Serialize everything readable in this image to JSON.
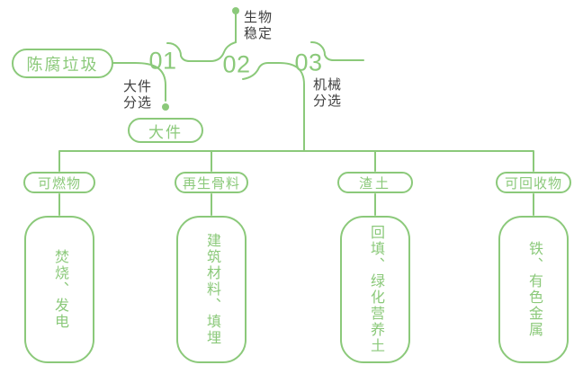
{
  "palette": {
    "green": "#8bc97a",
    "label_text": "#3e3e3e",
    "background": "#ffffff"
  },
  "source": {
    "label": "陈腐垃圾"
  },
  "steps": [
    {
      "number": "01",
      "process": "大件\n分选",
      "output": "大件",
      "branch_direction": "down"
    },
    {
      "number": "02",
      "process": "生物\n稳定",
      "branch_direction": "up"
    },
    {
      "number": "03",
      "process": "机械\n分选",
      "branch_direction": "down"
    }
  ],
  "columns": [
    {
      "category": "可燃物",
      "uses": "焚烧、发电"
    },
    {
      "category": "再生骨料",
      "uses": "建筑材料、填埋"
    },
    {
      "category": "渣土",
      "uses": "回填、绿化营养土"
    },
    {
      "category": "可回收物",
      "uses": "铁、有色金属"
    }
  ]
}
